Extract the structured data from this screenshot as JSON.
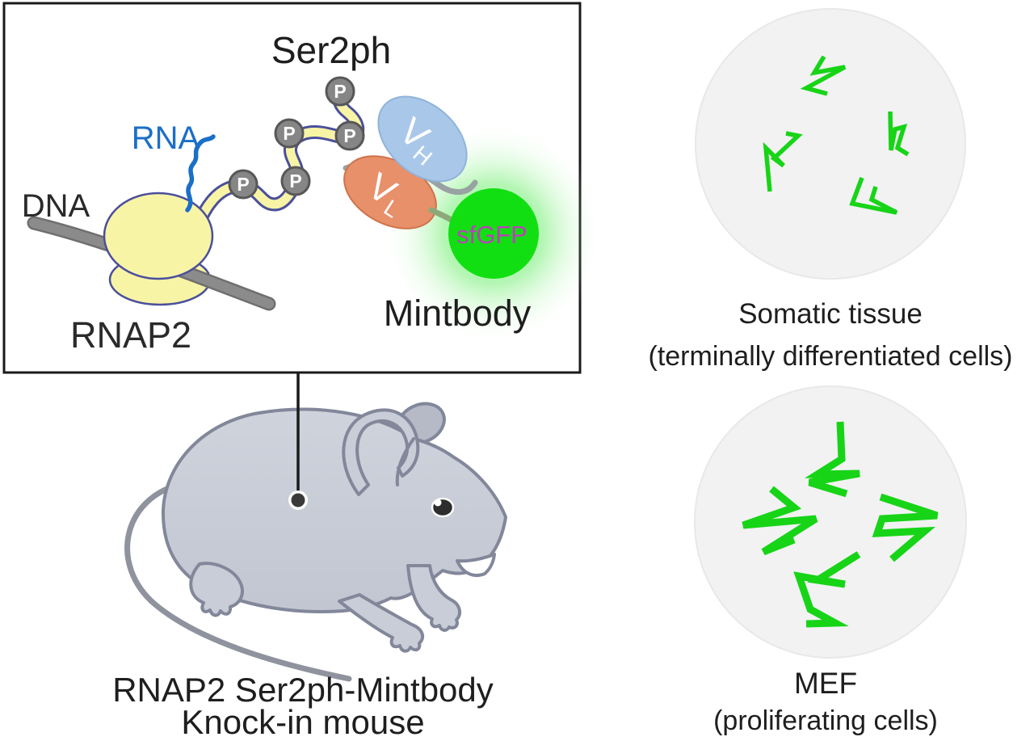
{
  "figure": {
    "description": "RNAP2 Ser2ph-Mintbody knock-in mouse schematic with fluorescence panels"
  },
  "schematic": {
    "title": "Ser2ph",
    "dna_label": "DNA",
    "rna_label": "RNA",
    "rnap2_label": "RNAP2",
    "mintbody_label": "Mintbody",
    "sfgfp_label": "sfGFP",
    "phosphate_label": "P",
    "vh": {
      "main": "V",
      "sub": "H"
    },
    "vl": {
      "main": "V",
      "sub": "L"
    }
  },
  "mouse": {
    "caption_line1": "RNAP2 Ser2ph-Mintbody",
    "caption_line2": "Knock-in mouse"
  },
  "panels": {
    "somatic": {
      "title": "Somatic tissue",
      "subtitle": "(terminally differentiated cells)"
    },
    "mef": {
      "title": "MEF",
      "subtitle": "(proliferating cells)"
    }
  },
  "colors": {
    "signal_green": "#17d417",
    "sfgfp_green": "#12df12",
    "sfgfp_text_magenta": "#bc3fbc",
    "rna_blue": "#1b6fc8",
    "polymerase_yellow": "#f8f4a6",
    "polymerase_outline_navy": "#4a4f9b",
    "phosphate_gray": "#868686",
    "dna_gray": "#8b8b8b",
    "vh_blue": "#a9c8e9",
    "vl_salmon": "#e8906a",
    "mouse_gray": "#c9cdd7",
    "panel_circle_gray": "#f2f2f3",
    "text_black": "#1e1e1e"
  }
}
